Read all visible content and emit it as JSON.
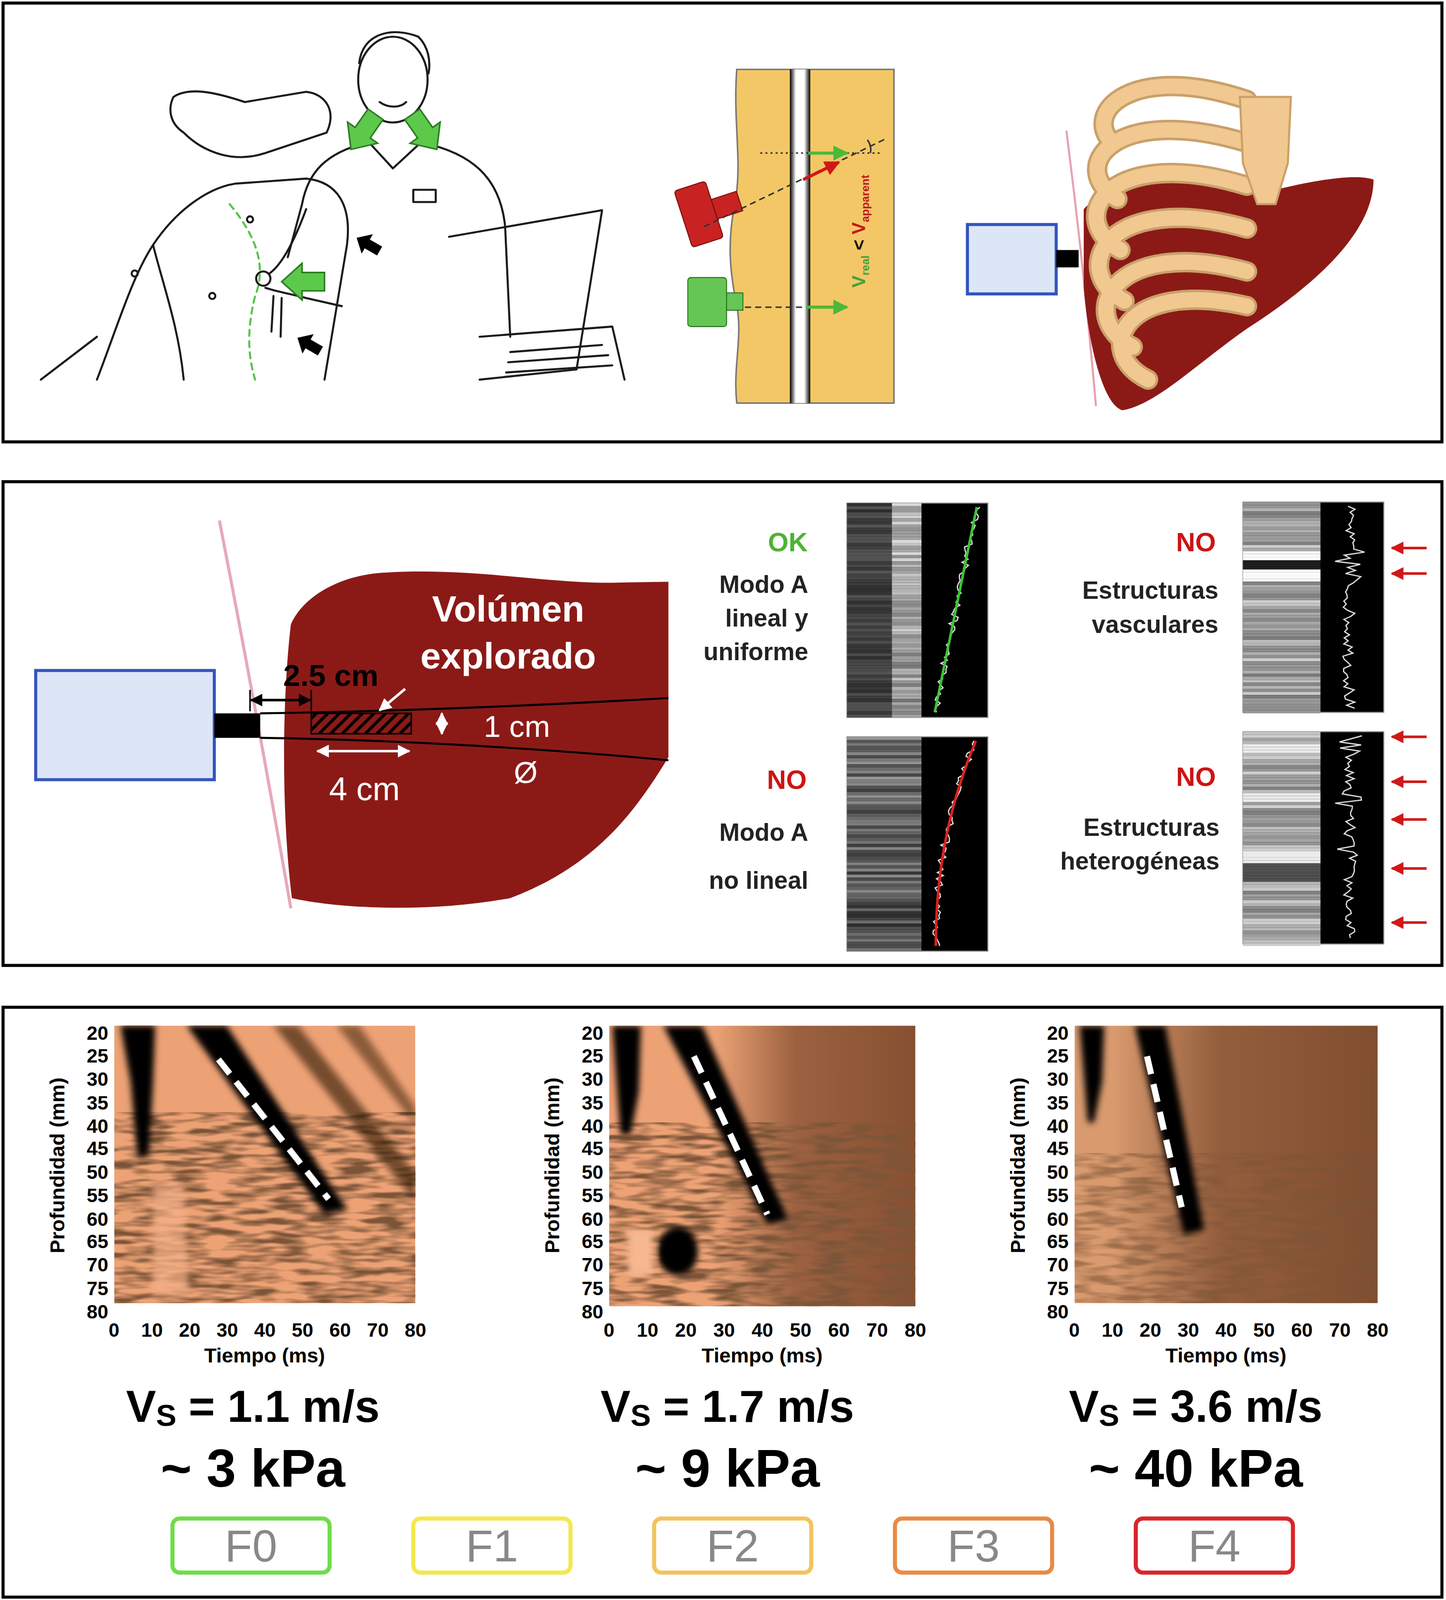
{
  "diagram": {
    "nodes": [
      {
        "text": [
          "F0"
        ]
      },
      {
        "text": [
          "F1"
        ]
      },
      {
        "text": [
          "F2"
        ]
      },
      {
        "text": [
          "F3"
        ]
      },
      {
        "text": [
          "F4"
        ]
      }
    ],
    "labels": [
      "V",
      "real",
      "<",
      "V",
      "apparent",
      "2.5 cm",
      "Volúmen explorado",
      "1 cm",
      "Ø",
      "4 cm",
      "OK",
      "Modo A lineal y uniforme",
      "NO",
      "Estructuras vasculares",
      "NO",
      "Modo A no lineal",
      "NO",
      "Estructuras heterogéneas",
      "Profundidad (mm)",
      "20",
      "25",
      "30",
      "35",
      "40",
      "45",
      "50",
      "55",
      "60",
      "65",
      "70",
      "75",
      "80",
      "Tiempo (ms)",
      "0",
      "10",
      "20",
      "30",
      "40",
      "50",
      "60",
      "70",
      "80",
      "V",
      "S",
      "= 1.1 m/s",
      "~ 3 kPa",
      "Profundidad (mm)",
      "20",
      "25",
      "30",
      "35",
      "40",
      "45",
      "50",
      "55",
      "60",
      "65",
      "70",
      "75",
      "80",
      "Tiempo (ms)",
      "0",
      "10",
      "20",
      "30",
      "40",
      "50",
      "60",
      "70",
      "80",
      "V",
      "S",
      "= 1.7 m/s",
      "~ 9 kPa",
      "Profundidad (mm)",
      "20",
      "25",
      "30",
      "35",
      "40",
      "45",
      "50",
      "55",
      "60",
      "65",
      "70",
      "75",
      "80",
      "Tiempo (ms)",
      "0",
      "10",
      "20",
      "30",
      "40",
      "50",
      "60",
      "70",
      "80",
      "V",
      "S",
      "= 3.6 m/s",
      "~ 40 kPa"
    ]
  }
}
